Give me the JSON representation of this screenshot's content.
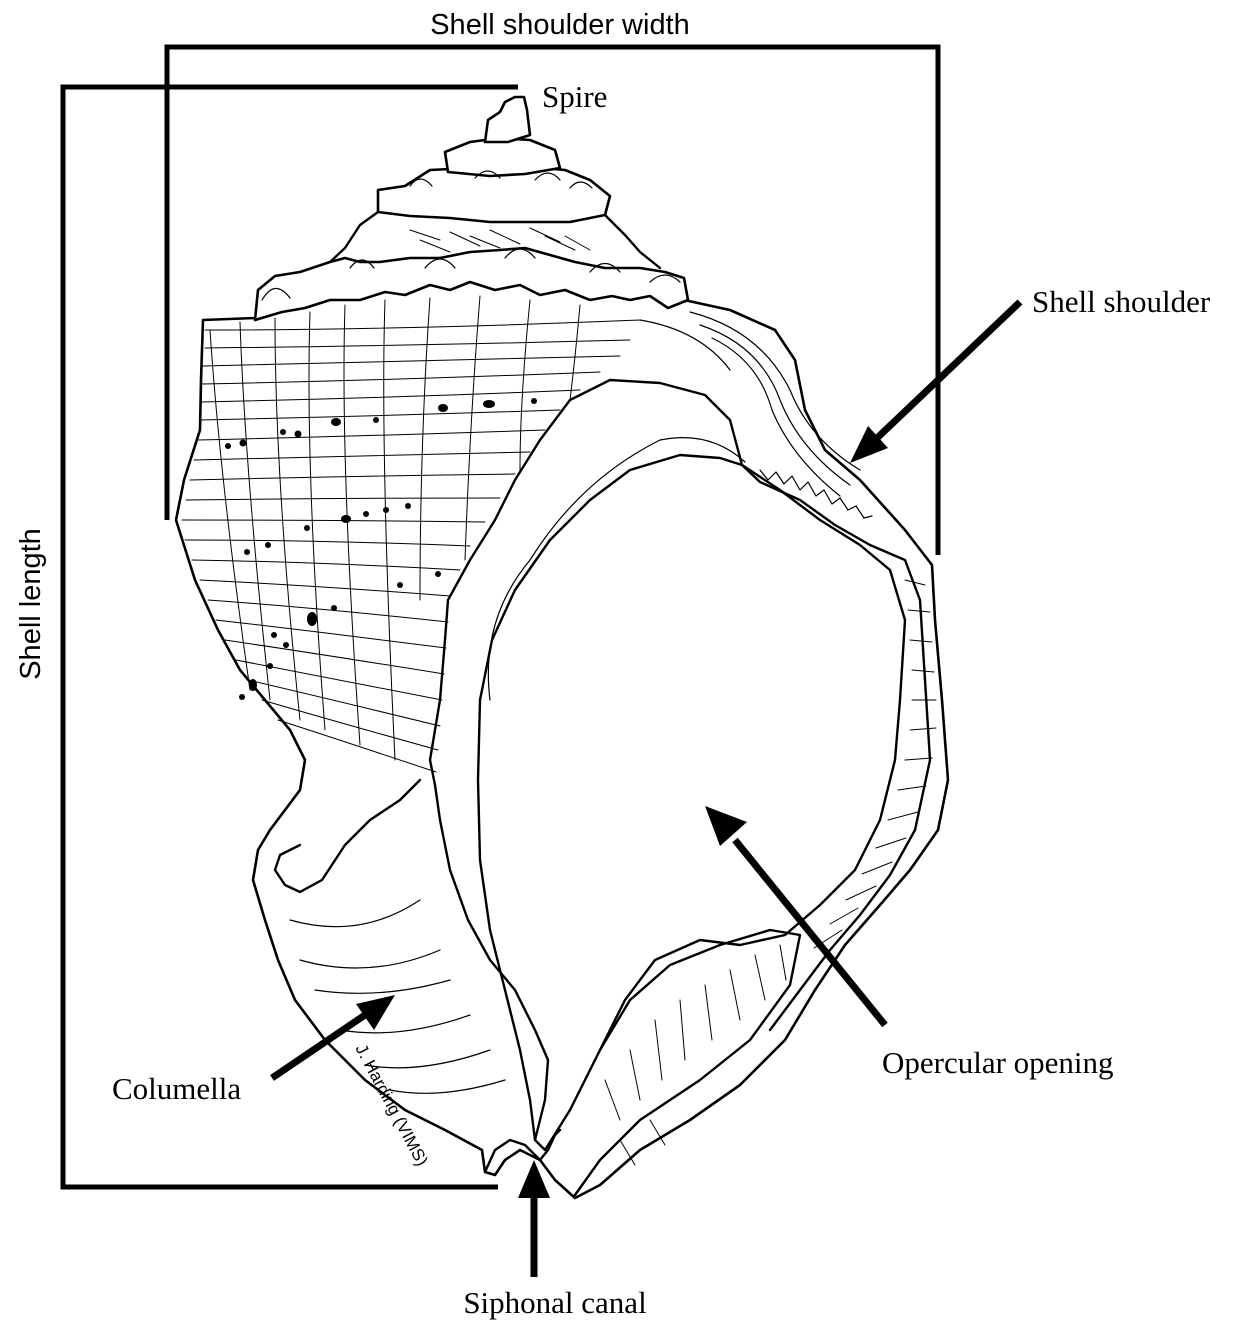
{
  "labels": {
    "shoulder_width": "Shell shoulder width",
    "spire": "Spire",
    "shoulder": "Shell shoulder",
    "length": "Shell length",
    "opercular_opening": "Opercular opening",
    "columella": "Columella",
    "siphonal_canal": "Siphonal canal"
  },
  "credit": "J. Harding (VIMS)",
  "colors": {
    "line": "#000000",
    "background": "#ffffff"
  }
}
